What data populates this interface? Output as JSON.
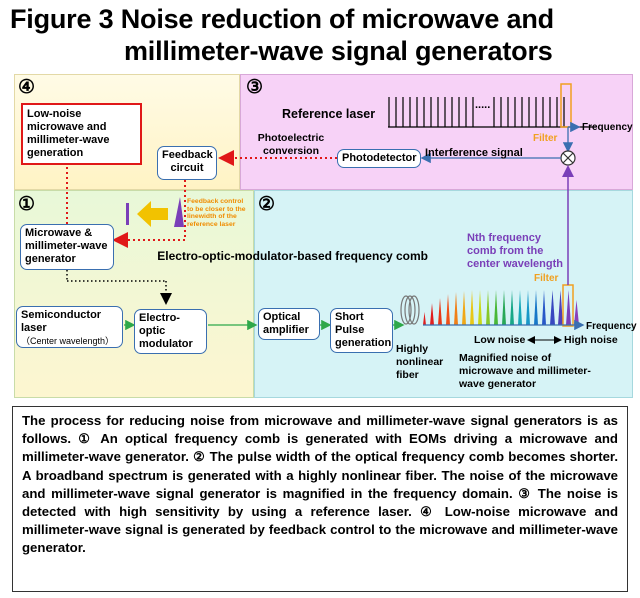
{
  "title": {
    "line1": "Figure 3 Noise reduction of microwave and",
    "line2": "millimeter-wave signal generators"
  },
  "panels": {
    "n4": "④",
    "n3": "③",
    "n1": "①",
    "n2": "②"
  },
  "boxes": {
    "low_noise": "Low-noise microwave and millimeter-wave generation",
    "feedback": "Feedback circuit",
    "photodetector": "Photodetector",
    "mw_gen": "Microwave & millimeter-wave generator",
    "semiconductor": "Semiconductor laser",
    "center_wl": "（Center wavelength）",
    "eo_mod": "Electro-optic modulator",
    "opt_amp": "Optical amplifier",
    "short_pulse": "Short Pulse generation"
  },
  "labels": {
    "reference_laser": "Reference laser",
    "dots": ".....",
    "filter_top": "Filter",
    "frequency_top": "Frequency",
    "photoelectric": "Photoelectric conversion",
    "interference": "Interference signal",
    "feedback_control": "Feedback control to be closer to the linewidth of the reference laser",
    "nth_comb": "Nth frequency comb from the center wavelength",
    "eo_comb": "Electro-optic-modulator-based frequency comb",
    "filter_bottom": "Filter",
    "frequency_bottom": "Frequency",
    "low_noise": "Low noise",
    "high_noise": "High noise",
    "hnlf": "Highly nonlinear fiber",
    "magnified": "Magnified noise of microwave and millimeter-wave generator"
  },
  "description": "The process for reducing noise from microwave and millimeter-wave signal generators is as follows. ① An optical frequency comb is generated with EOMs driving a microwave and millimeter-wave generator. ② The pulse width of the optical frequency comb becomes shorter. A broadband spectrum is generated with a highly nonlinear fiber. The noise of the microwave and millimeter-wave signal generator is magnified in the frequency domain. ③ The noise is detected with high sensitivity by using a reference laser. ④ Low-noise microwave and millimeter-wave signal is generated by feedback control to the microwave and millimeter-wave generator.",
  "colors": {
    "feedback_red": "#e01818",
    "purple": "#7a3fb8",
    "filter_orange": "#f0a020",
    "box_border": "#3a6fb0"
  }
}
